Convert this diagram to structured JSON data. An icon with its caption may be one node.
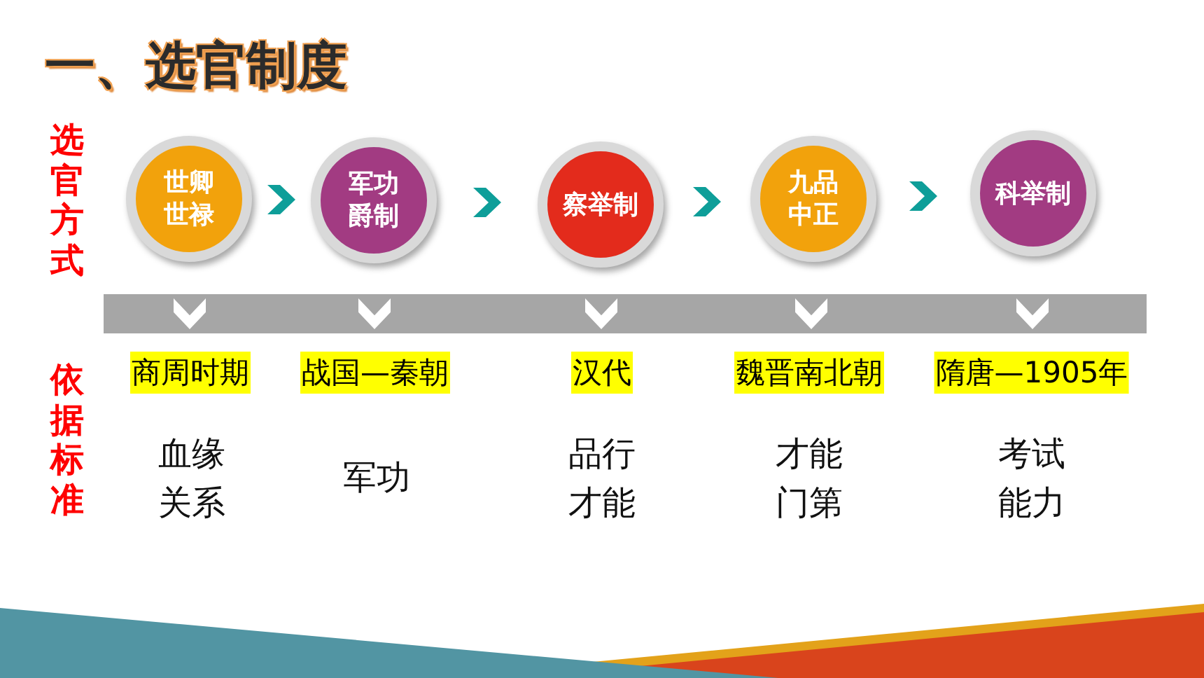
{
  "diagram": {
    "title": "一、选官制度",
    "nodes": [
      {
        "text": [
          "世卿世禄"
        ]
      },
      {
        "text": [
          "军功爵制"
        ]
      },
      {
        "text": [
          "察举制"
        ]
      },
      {
        "text": [
          "九品中正"
        ]
      },
      {
        "text": [
          "科举制"
        ]
      },
      {
        "text": [
          "商周时期"
        ],
        "beside": [
          "血缘关系"
        ]
      },
      {
        "text": [
          "战国—秦朝"
        ],
        "beside": [
          "军功"
        ]
      },
      {
        "text": [
          "汉代"
        ],
        "beside": [
          "品行才能"
        ]
      },
      {
        "text": [
          "魏晋南北朝"
        ],
        "beside": [
          "才能门第"
        ]
      },
      {
        "text": [
          "隋唐—1905年"
        ],
        "beside": [
          "考试能力"
        ]
      }
    ],
    "edges": [
      {
        "from": 0,
        "to": 1,
        "arrow": "to",
        "color": "#0e9e99"
      },
      {
        "from": 1,
        "to": 2,
        "arrow": "to",
        "color": "#0e9e99"
      },
      {
        "from": 2,
        "to": 3,
        "arrow": "to",
        "color": "#0e9e99"
      },
      {
        "from": 3,
        "to": 4,
        "arrow": "to",
        "color": "#0e9e99"
      },
      {
        "from": 0,
        "to": 5,
        "arrow": "to"
      },
      {
        "from": 1,
        "to": 6,
        "arrow": "to"
      },
      {
        "from": 2,
        "to": 7,
        "arrow": "to"
      },
      {
        "from": 3,
        "to": 8,
        "arrow": "to"
      },
      {
        "from": 4,
        "to": 9,
        "arrow": "to"
      }
    ],
    "labels": [
      "选官方式",
      "依据标准"
    ]
  }
}
